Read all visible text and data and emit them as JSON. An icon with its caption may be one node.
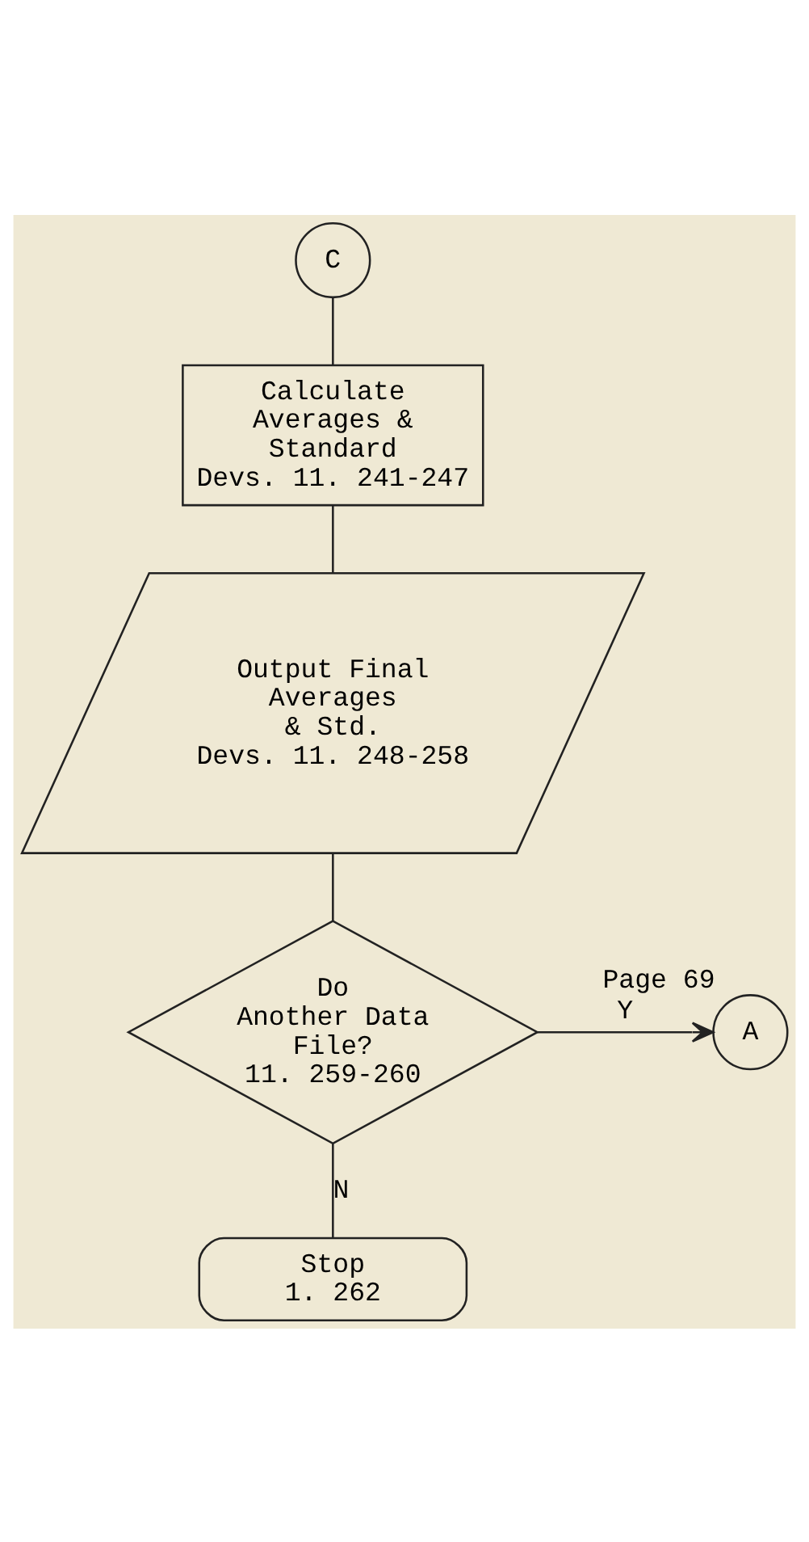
{
  "diagram": {
    "nodes": [
      {
        "text": [
          "C"
        ]
      },
      {
        "text": [
          "Calculate Averages & Standard Devs. 11. 241-247"
        ]
      },
      {
        "text": [
          "Output Final Averages & Std. Devs. 11. 248-258"
        ]
      },
      {
        "text": [
          "Do Another Data File? 11. 259-260"
        ]
      },
      {
        "text": [
          "A"
        ],
        "beside": [
          "Page 69"
        ]
      },
      {
        "text": [
          "Stop 1. 262"
        ]
      }
    ],
    "edges": [
      {
        "from": 0,
        "to": 1,
        "arrow": "none"
      },
      {
        "from": 1,
        "to": 2,
        "arrow": "none"
      },
      {
        "from": 2,
        "to": 3,
        "arrow": "none"
      },
      {
        "from": 3,
        "to": 4,
        "arrow": "to",
        "label": "Y"
      },
      {
        "from": 3,
        "to": 5,
        "arrow": "none",
        "label": "N"
      }
    ]
  }
}
